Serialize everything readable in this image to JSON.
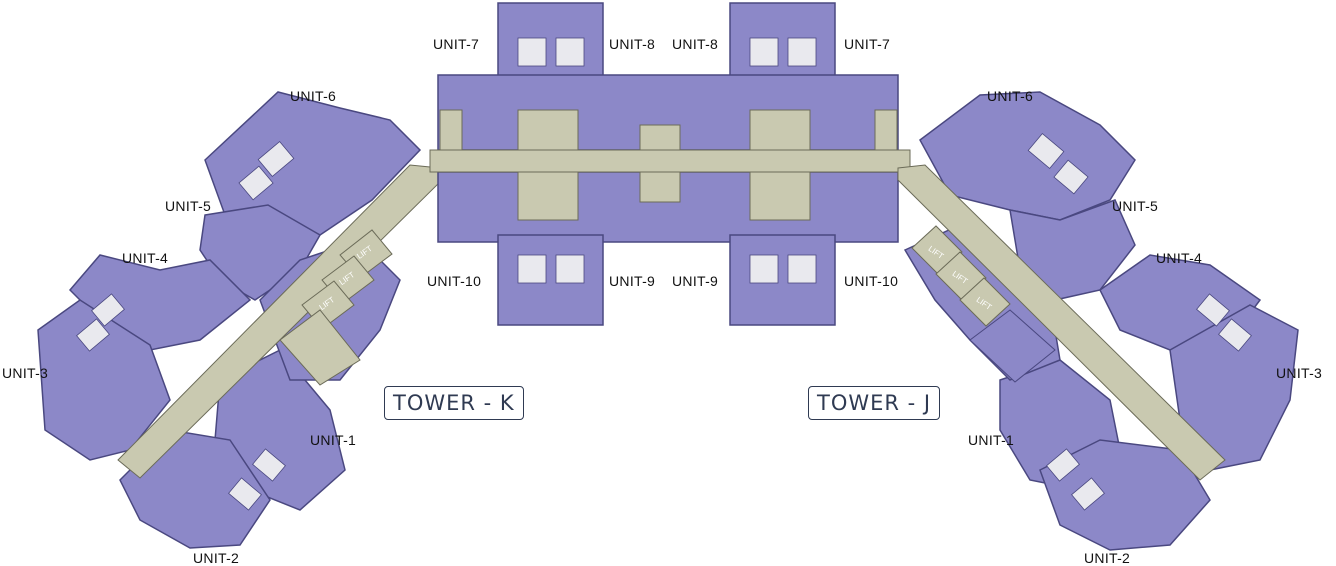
{
  "towers": {
    "k": "TOWER - K",
    "j": "TOWER - J"
  },
  "units": {
    "unit1": "UNIT-1",
    "unit2": "UNIT-2",
    "unit3": "UNIT-3",
    "unit4": "UNIT-4",
    "unit5": "UNIT-5",
    "unit6": "UNIT-6",
    "unit7": "UNIT-7",
    "unit8": "UNIT-8",
    "unit9": "UNIT-9",
    "unit10": "UNIT-10"
  },
  "lift": "LIFT",
  "colors": {
    "unit_fill": "#8c88c8",
    "unit_edge": "#4a4880",
    "corridor": "#c9c9b0",
    "room_light": "#e9e9ee",
    "border": "#2f3a52"
  }
}
